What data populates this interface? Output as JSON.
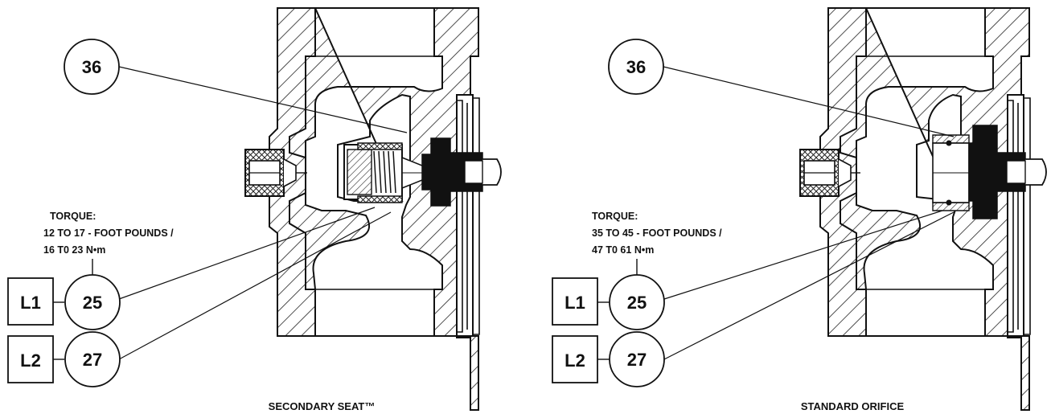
{
  "views": [
    {
      "callouts": {
        "top": "36",
        "l1_part": "25",
        "l2_part": "27"
      },
      "levels": {
        "l1": "L1",
        "l2": "L2"
      },
      "torque": {
        "heading": "TORQUE:",
        "line1": "12 TO 17 - FOOT POUNDS /",
        "line2": "16 T0 23 N•m"
      },
      "caption": "SECONDARY SEAT™"
    },
    {
      "callouts": {
        "top": "36",
        "l1_part": "25",
        "l2_part": "27"
      },
      "levels": {
        "l1": "L1",
        "l2": "L2"
      },
      "torque": {
        "heading": "TORQUE:",
        "line1": "35 TO 45 - FOOT POUNDS /",
        "line2": "47 T0 61 N•m"
      },
      "caption": "STANDARD ORIFICE"
    }
  ]
}
